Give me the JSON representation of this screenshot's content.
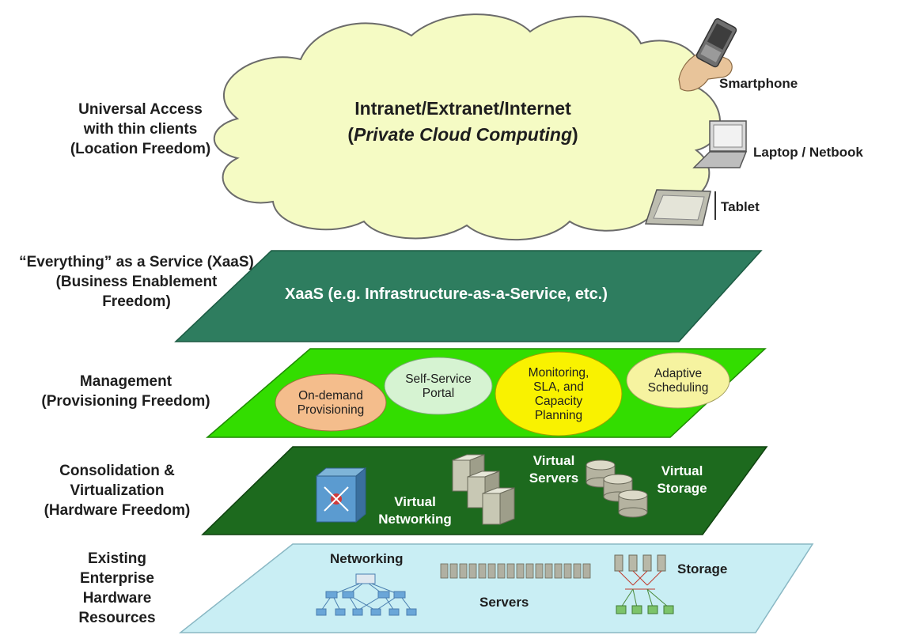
{
  "left_labels": {
    "access": [
      "Universal Access",
      "with thin clients",
      "(Location Freedom)"
    ],
    "xaas": [
      "“Everything” as a Service (XaaS)",
      "(Business Enablement",
      "Freedom)"
    ],
    "management": [
      "Management",
      "(Provisioning Freedom)"
    ],
    "consolidation": [
      "Consolidation &",
      "Virtualization",
      "(Hardware Freedom)"
    ],
    "existing": [
      "Existing",
      "Enterprise",
      "Hardware",
      "Resources"
    ]
  },
  "cloud": {
    "line1": "Intranet/Extranet/Internet",
    "open": "(",
    "italic": "Private Cloud Computing",
    "close": ")"
  },
  "devices": {
    "smartphone": "Smartphone",
    "laptop": "Laptop / Netbook",
    "tablet": "Tablet"
  },
  "xaas_layer": {
    "text": "XaaS (e.g. Infrastructure-as-a-Service, etc.)"
  },
  "management_layer": {
    "ovals": [
      {
        "lines": [
          "On-demand",
          "Provisioning"
        ],
        "color": "#f4bd8c"
      },
      {
        "lines": [
          "Self-Service",
          "Portal"
        ],
        "color": "#d6f3d2"
      },
      {
        "lines": [
          "Monitoring,",
          "SLA, and",
          "Capacity",
          "Planning"
        ],
        "color": "#f9f200"
      },
      {
        "lines": [
          "Adaptive",
          "Scheduling"
        ],
        "color": "#f6f3a0"
      }
    ]
  },
  "virtual_layer": {
    "virtual_servers": [
      "Virtual",
      "Servers"
    ],
    "virtual_storage": [
      "Virtual",
      "Storage"
    ],
    "virtual_networking": [
      "Virtual",
      "Networking"
    ]
  },
  "hardware_layer": {
    "networking": "Networking",
    "servers": "Servers",
    "storage": "Storage"
  },
  "colors": {
    "xaas": "#2e7d5f",
    "management": "#33dd00",
    "virtualization": "#1d6a1e",
    "hardware": "#c9eef4",
    "cloud": "#f5fbc4"
  }
}
